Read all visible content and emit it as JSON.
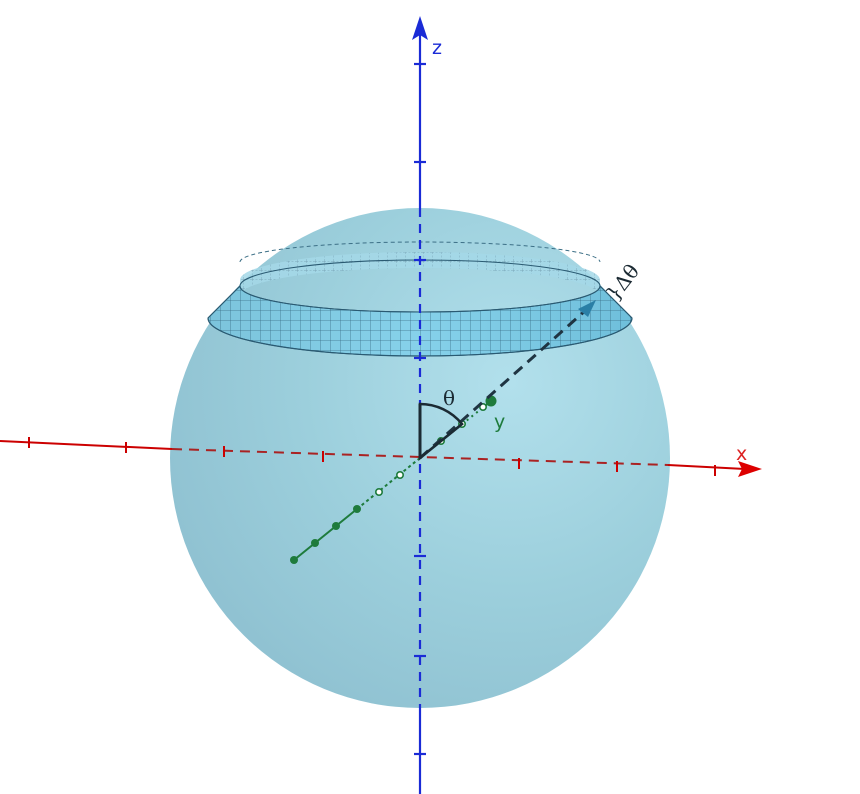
{
  "labels": {
    "x_axis": "x",
    "y_axis": "y",
    "z_axis": "z",
    "theta": "θ",
    "delta_theta": "}Δθ"
  },
  "colors": {
    "x_axis": "#cc0000",
    "y_axis": "#1e7b3c",
    "z_axis": "#1a2bd6",
    "sphere": "#9fcfde",
    "band": "#6ec3df",
    "band_grid": "#2a5a72",
    "angle": "#1b2a33"
  }
}
